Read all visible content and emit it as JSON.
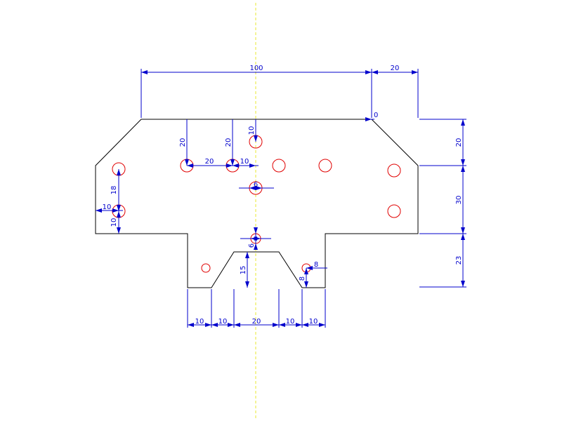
{
  "drawing": {
    "colors": {
      "outline": "#000000",
      "centerline": "#e8e830",
      "holes": "#e00000",
      "dimensions": "#0000cc"
    },
    "dimensions": {
      "overall_width": "100",
      "right_offset": "20",
      "chamfer_angle": "0",
      "right_height_top": "20",
      "right_height_mid": "30",
      "right_height_bottom": "23",
      "hole_row_depth_a": "20",
      "hole_row_depth_b": "20",
      "top_hole_depth": "10",
      "hole_pitch": "20",
      "hole_pitch_small": "10",
      "center_hole_dia": "6",
      "left_hole_spacing": "18",
      "left_hole_offset_x": "10",
      "left_hole_offset_y": "10",
      "bottom_hole_dia": "6",
      "slot_depth": "15",
      "small_hole_x": "8",
      "small_hole_y": "8",
      "bottom_seg_1": "10",
      "bottom_seg_2": "10",
      "bottom_seg_3": "20",
      "bottom_seg_4": "10",
      "bottom_seg_5": "10"
    }
  }
}
